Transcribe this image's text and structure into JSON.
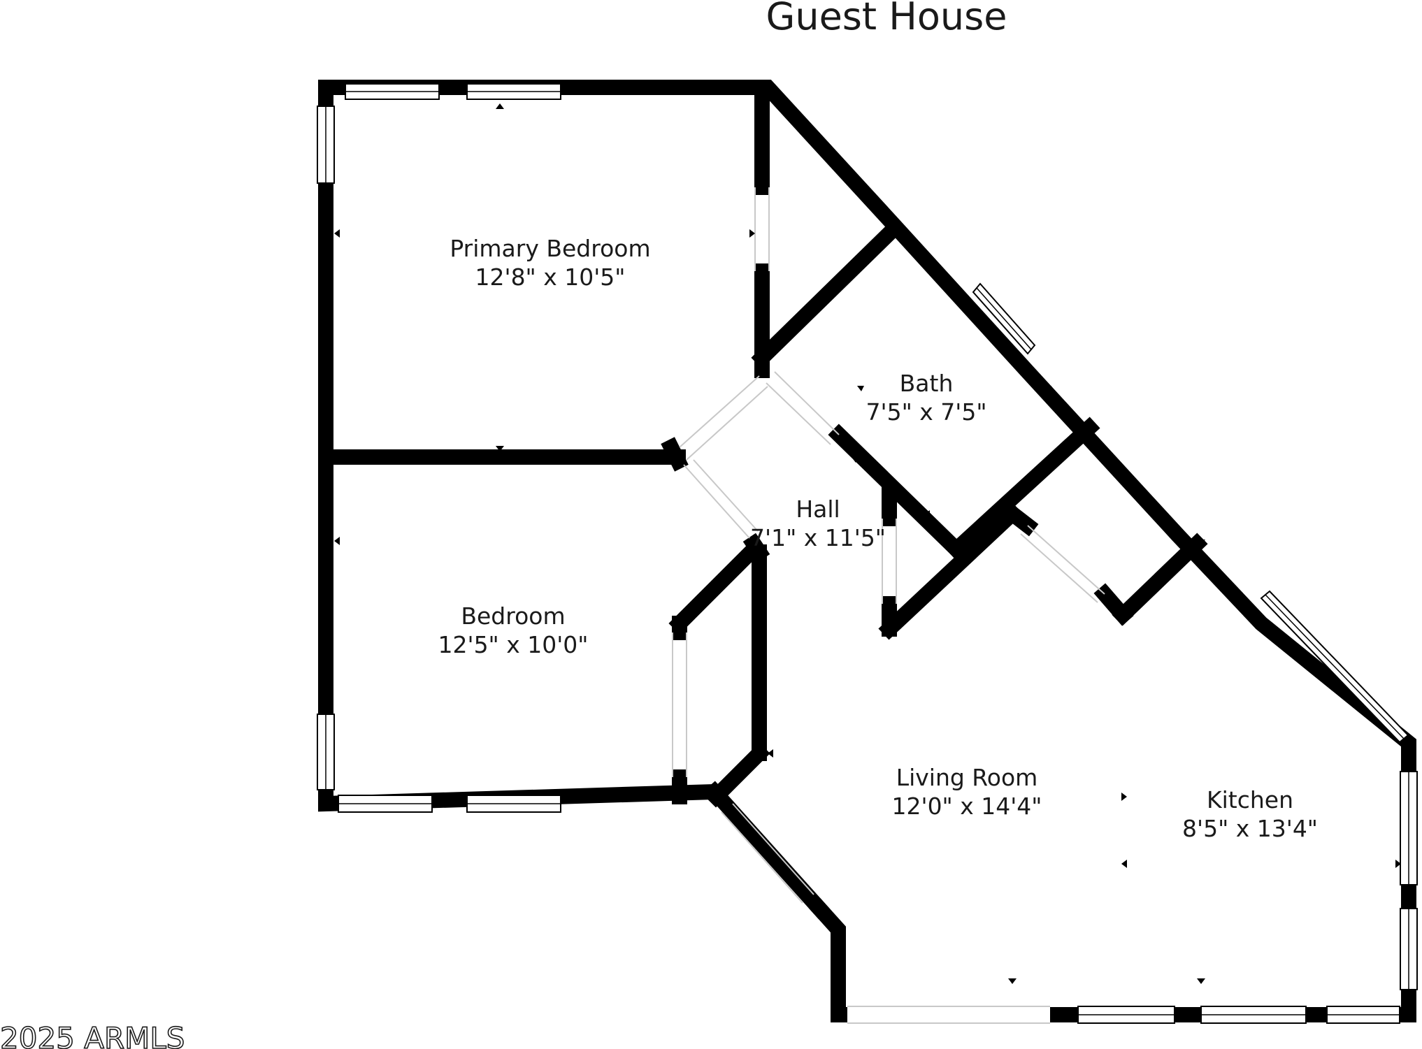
{
  "title": "Guest House",
  "copyright": "2025 ARMLS",
  "rooms": {
    "primary_bedroom": {
      "name": "Primary Bedroom",
      "size": "12'8\" x 10'5\""
    },
    "bath": {
      "name": "Bath",
      "size": "7'5\" x 7'5\""
    },
    "hall": {
      "name": "Hall",
      "size": "7'1\" x 11'5\""
    },
    "bedroom": {
      "name": "Bedroom",
      "size": "12'5\" x 10'0\""
    },
    "living_room": {
      "name": "Living Room",
      "size": "12'0\" x 14'4\""
    },
    "kitchen": {
      "name": "Kitchen",
      "size": "8'5\" x 13'4\""
    }
  }
}
